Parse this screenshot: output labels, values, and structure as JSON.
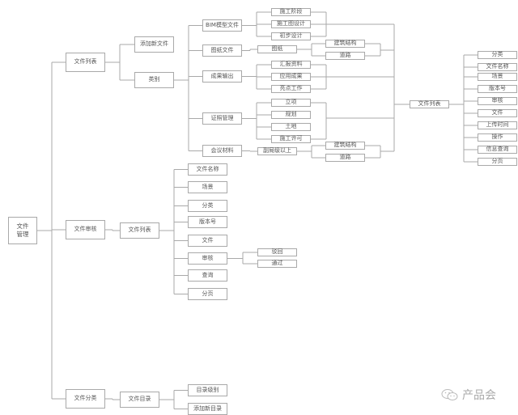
{
  "diagram": {
    "type": "mind-map",
    "root": "文件\n管理",
    "nodes": {
      "root": "文件\n管理",
      "file_list": "文件列表",
      "add_new_file": "添加新文件",
      "category": "类别",
      "bim_model_file": "BIM模型文件",
      "construction_phase": "施工阶段",
      "construction_drawing_design": "施工图设计",
      "preliminary_design": "初步设计",
      "drawing_file": "图纸文件",
      "drawing": "图纸",
      "arch_structure_1": "建筑结构",
      "road_1": "道路",
      "result_output": "成果输出",
      "report_material": "汇报资料",
      "applied_result": "应用成果",
      "highlight_work": "亮点工作",
      "permit_management": "证照管理",
      "project_approval": "立项",
      "planning": "规划",
      "land": "土地",
      "construction_permit": "施工许可",
      "meeting_material": "会议材料",
      "deputy_bureau_above": "副局级以上",
      "arch_structure_2": "建筑结构",
      "road_2": "道路",
      "right_file_list": "文件列表",
      "r_category": "分类",
      "r_file_name": "文件名称",
      "r_scene": "场景",
      "r_version": "版本号",
      "r_review": "审核",
      "r_file": "文件",
      "r_upload_time": "上传时间",
      "r_operation": "操作",
      "r_info_query": "信息查询",
      "r_pagination": "分页",
      "file_review": "文件审核",
      "review_file_list": "文件列表",
      "m_file_name": "文件名称",
      "m_scene": "场景",
      "m_category": "分类",
      "m_version": "版本号",
      "m_file": "文件",
      "m_review": "审核",
      "m_query": "查询",
      "m_pagination": "分页",
      "reject": "驳回",
      "approve": "通过",
      "file_classification": "文件分类",
      "file_directory": "文件目录",
      "directory_level": "目录级别",
      "add_new_directory": "添加新目录"
    },
    "edges": [
      [
        "root",
        "file_list"
      ],
      [
        "root",
        "file_review"
      ],
      [
        "root",
        "file_classification"
      ],
      [
        "file_list",
        "add_new_file"
      ],
      [
        "file_list",
        "category"
      ],
      [
        "category",
        "bim_model_file"
      ],
      [
        "category",
        "drawing_file"
      ],
      [
        "category",
        "result_output"
      ],
      [
        "category",
        "permit_management"
      ],
      [
        "category",
        "meeting_material"
      ],
      [
        "bim_model_file",
        "construction_phase"
      ],
      [
        "bim_model_file",
        "construction_drawing_design"
      ],
      [
        "bim_model_file",
        "preliminary_design"
      ],
      [
        "drawing_file",
        "drawing"
      ],
      [
        "drawing",
        "arch_structure_1"
      ],
      [
        "drawing",
        "road_1"
      ],
      [
        "result_output",
        "report_material"
      ],
      [
        "result_output",
        "applied_result"
      ],
      [
        "result_output",
        "highlight_work"
      ],
      [
        "permit_management",
        "project_approval"
      ],
      [
        "permit_management",
        "planning"
      ],
      [
        "permit_management",
        "land"
      ],
      [
        "permit_management",
        "construction_permit"
      ],
      [
        "meeting_material",
        "deputy_bureau_above"
      ],
      [
        "deputy_bureau_above",
        "arch_structure_2"
      ],
      [
        "deputy_bureau_above",
        "road_2"
      ],
      [
        "file_review",
        "review_file_list"
      ],
      [
        "review_file_list",
        "m_file_name"
      ],
      [
        "review_file_list",
        "m_scene"
      ],
      [
        "review_file_list",
        "m_category"
      ],
      [
        "review_file_list",
        "m_version"
      ],
      [
        "review_file_list",
        "m_file"
      ],
      [
        "review_file_list",
        "m_review"
      ],
      [
        "review_file_list",
        "m_query"
      ],
      [
        "review_file_list",
        "m_pagination"
      ],
      [
        "m_review",
        "reject"
      ],
      [
        "m_review",
        "approve"
      ],
      [
        "file_classification",
        "file_directory"
      ],
      [
        "file_directory",
        "directory_level"
      ],
      [
        "file_directory",
        "add_new_directory"
      ],
      [
        "right_file_list",
        "r_category"
      ],
      [
        "right_file_list",
        "r_file_name"
      ],
      [
        "right_file_list",
        "r_scene"
      ],
      [
        "right_file_list",
        "r_version"
      ],
      [
        "right_file_list",
        "r_review"
      ],
      [
        "right_file_list",
        "r_file"
      ],
      [
        "right_file_list",
        "r_upload_time"
      ],
      [
        "right_file_list",
        "r_operation"
      ],
      [
        "right_file_list",
        "r_info_query"
      ],
      [
        "right_file_list",
        "r_pagination"
      ]
    ],
    "merge_into_right_file_list": [
      "bim_model_file",
      "arch_structure_1",
      "result_output",
      "permit_management",
      "arch_structure_2"
    ]
  },
  "watermark": {
    "icon": "wechat-icon",
    "text": "产品会"
  },
  "colors": {
    "line": "#a9a9a9",
    "border": "#a9a9a9",
    "text": "#555555"
  }
}
